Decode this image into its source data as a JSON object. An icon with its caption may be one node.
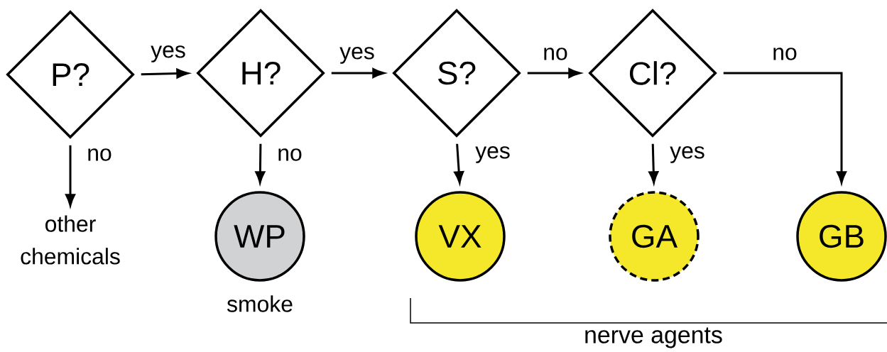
{
  "diagram": {
    "nodes": [
      {
        "text": [
          "P?"
        ]
      },
      {
        "text": [
          "H?"
        ]
      },
      {
        "text": [
          "S?"
        ]
      },
      {
        "text": [
          "Cl?"
        ]
      },
      {
        "text": [
          "other chemicals"
        ]
      },
      {
        "text": [
          "WP"
        ],
        "beside": [
          "smoke"
        ]
      },
      {
        "text": [
          "VX"
        ]
      },
      {
        "text": [
          "GA"
        ]
      },
      {
        "text": [
          "GB"
        ]
      }
    ],
    "edges": [
      {
        "from": 0,
        "to": 1,
        "arrow": "to",
        "label": "yes"
      },
      {
        "from": 1,
        "to": 2,
        "arrow": "to",
        "label": "yes"
      },
      {
        "from": 2,
        "to": 3,
        "arrow": "to",
        "label": "no"
      },
      {
        "from": 3,
        "to": 8,
        "arrow": "to",
        "label": "no"
      },
      {
        "from": 0,
        "to": 4,
        "arrow": "to",
        "label": "no"
      },
      {
        "from": 1,
        "to": 5,
        "arrow": "to",
        "label": "no"
      },
      {
        "from": 2,
        "to": 6,
        "arrow": "to",
        "label": "yes"
      },
      {
        "from": 3,
        "to": 7,
        "arrow": "to",
        "label": "yes"
      }
    ],
    "labels": [
      "nerve agents"
    ]
  }
}
